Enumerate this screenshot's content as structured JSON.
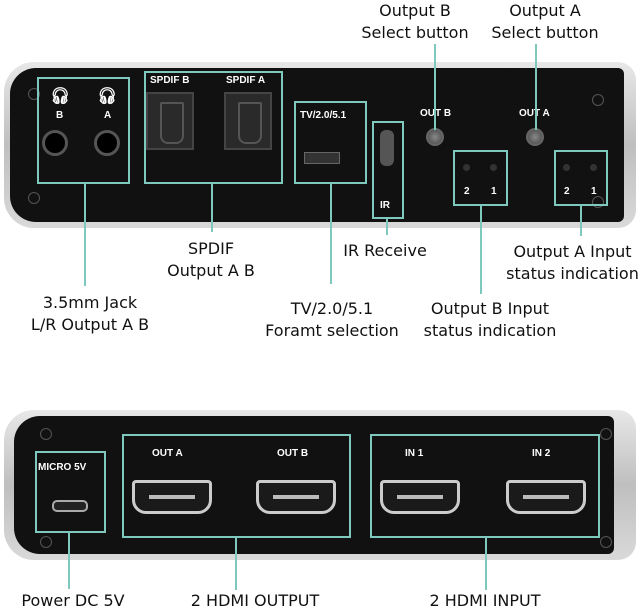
{
  "top_panel": {
    "callouts": {
      "output_b_select": "Output B\nSelect button",
      "output_a_select": "Output A\nSelect button",
      "jack": "3.5mm Jack\nL/R Output A B",
      "spdif": "SPDIF\nOutput A B",
      "format": "TV/2.0/5.1\nForamt selection",
      "ir": "IR Receive",
      "output_b_status": "Output B Input\nstatus indication",
      "output_a_status": "Output A Input\nstatus indication"
    },
    "printed": {
      "headphone_b": "B",
      "headphone_a": "A",
      "spdif_b": "SPDIF B",
      "spdif_a": "SPDIF A",
      "format_switch": "TV/2.0/5.1",
      "ir": "IR",
      "out_b": "OUT B",
      "out_a": "OUT A",
      "led_2": "2",
      "led_1": "1"
    }
  },
  "bottom_panel": {
    "callouts": {
      "power": "Power DC 5V",
      "hdmi_output": "2 HDMI OUTPUT",
      "hdmi_input": "2 HDMI INPUT"
    },
    "printed": {
      "micro": "MICRO 5V",
      "out_a": "OUT A",
      "out_b": "OUT B",
      "in_1": "IN 1",
      "in_2": "IN 2"
    }
  },
  "colors": {
    "callout_line": "#7fc8bd",
    "device_face": "#111111"
  }
}
